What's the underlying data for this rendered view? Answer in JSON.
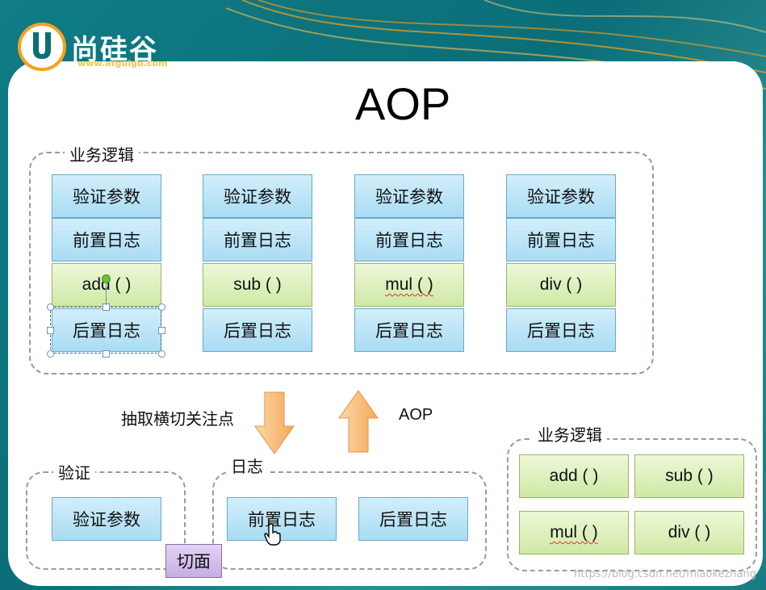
{
  "brand": {
    "name": "尚硅谷",
    "url": "www.atguigu.com",
    "logo_letter": "U"
  },
  "title": "AOP",
  "top_group": {
    "label": "业务逻辑",
    "columns": [
      {
        "validate": "验证参数",
        "before": "前置日志",
        "method": "add ( )",
        "after": "后置日志"
      },
      {
        "validate": "验证参数",
        "before": "前置日志",
        "method": "sub ( )",
        "after": "后置日志"
      },
      {
        "validate": "验证参数",
        "before": "前置日志",
        "method": "mul ( )",
        "after": "后置日志"
      },
      {
        "validate": "验证参数",
        "before": "前置日志",
        "method": "div ( )",
        "after": "后置日志"
      }
    ]
  },
  "arrows": {
    "extract_label": "抽取横切关注点",
    "aop_label": "AOP"
  },
  "validate_group": {
    "label": "验证",
    "box": "验证参数"
  },
  "log_group": {
    "label": "日志",
    "before": "前置日志",
    "after": "后置日志"
  },
  "aspect_label": "切面",
  "biz_group": {
    "label": "业务逻辑",
    "methods": [
      "add ( )",
      "sub ( )",
      "mul ( )",
      "div ( )"
    ]
  },
  "watermark": "https://blog.csdn.net/miaokezhang",
  "colors": {
    "blue_box": "#a9dcf3",
    "green_box": "#cfe8a5",
    "purple_box": "#c6aee3",
    "arrow": "#f6b36a",
    "teal_bg": "#0f7c86"
  }
}
